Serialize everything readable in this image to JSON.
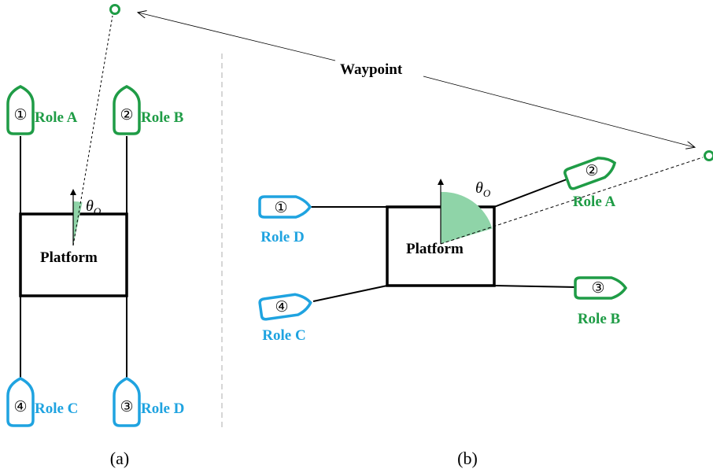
{
  "colors": {
    "green": "#1f9c46",
    "blue": "#1fa3e0",
    "angle_fill": "#8fd4a8",
    "black": "#000000",
    "divider": "#bbbbbb"
  },
  "waypoint_label": "Waypoint",
  "theta": {
    "symbol": "θ",
    "subscript": "O"
  },
  "panel_a": {
    "caption": "(a)",
    "platform_label": "Platform",
    "boats": [
      {
        "num": "①",
        "role": "Role A"
      },
      {
        "num": "②",
        "role": "Role B"
      },
      {
        "num": "④",
        "role": "Role C"
      },
      {
        "num": "③",
        "role": "Role D"
      }
    ]
  },
  "panel_b": {
    "caption": "(b)",
    "platform_label": "Platform",
    "boats": [
      {
        "num": "①",
        "role": "Role D"
      },
      {
        "num": "②",
        "role": "Role A"
      },
      {
        "num": "③",
        "role": "Role B"
      },
      {
        "num": "④",
        "role": "Role C"
      }
    ]
  }
}
